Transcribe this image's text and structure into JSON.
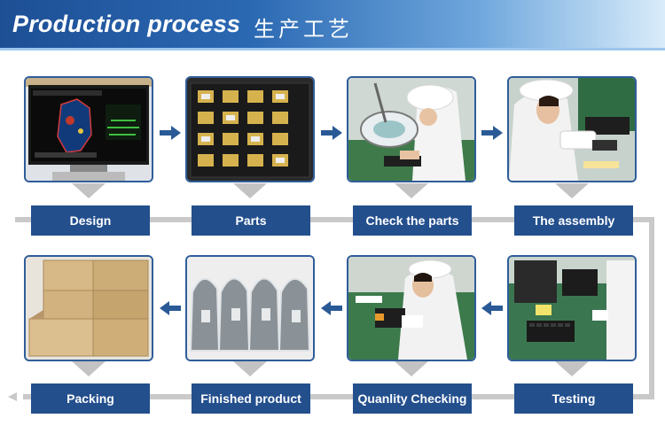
{
  "header": {
    "title": "Production process",
    "title_cn": "生产工艺"
  },
  "steps_row1": [
    {
      "label": "Design",
      "icon": "monitor-pcb-icon"
    },
    {
      "label": "Parts",
      "icon": "pcb-tray-icon"
    },
    {
      "label": "Check the parts",
      "icon": "magnifier-inspection-icon"
    },
    {
      "label": "The assembly",
      "icon": "worker-assembly-icon"
    }
  ],
  "steps_row2": [
    {
      "label": "Packing",
      "icon": "carton-boxes-icon"
    },
    {
      "label": "Finished product",
      "icon": "bubble-bags-icon"
    },
    {
      "label": "Quanlity Checking",
      "icon": "quality-check-icon"
    },
    {
      "label": "Testing",
      "icon": "testing-station-icon"
    }
  ],
  "colors": {
    "banner": "#1d4f95",
    "label_bg": "#234f8d",
    "frame": "#2f5d9a",
    "arrow": "#2a5a96",
    "flow_line": "#c9c9c9"
  }
}
